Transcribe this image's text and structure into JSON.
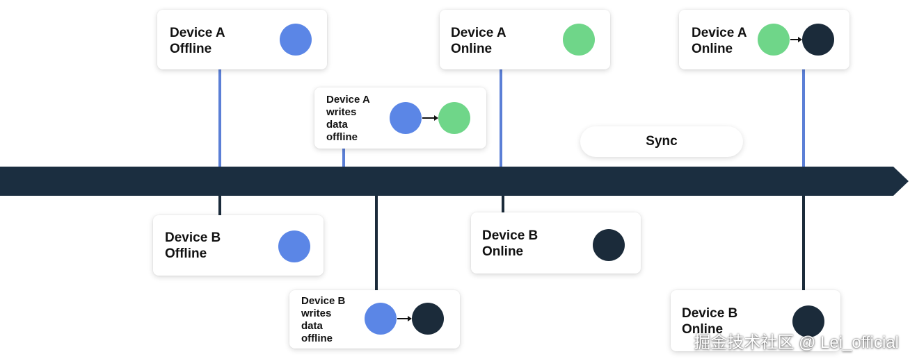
{
  "events": {
    "a_offline": {
      "device": "Device A",
      "state": "Offline"
    },
    "a_write": {
      "line1": "Device A",
      "line2": "writes",
      "line3": "data",
      "line4": "offline"
    },
    "a_online_1": {
      "device": "Device A",
      "state": "Online"
    },
    "a_online_2": {
      "device": "Device A",
      "state": "Online"
    },
    "b_offline": {
      "device": "Device B",
      "state": "Offline"
    },
    "b_write": {
      "line1": "Device B",
      "line2": "writes",
      "line3": "data",
      "line4": "offline"
    },
    "b_online_1": {
      "device": "Device B",
      "state": "Online"
    },
    "b_online_2": {
      "device": "Device B",
      "state": "Online"
    }
  },
  "sync": {
    "label": "Sync"
  },
  "colors": {
    "timeline": "#1b2e40",
    "device_a_stem": "#5b7fd6",
    "device_b_stem": "#1b2b3a",
    "offline_state": "#5b86e6",
    "a_online_state": "#6fd689",
    "b_online_state": "#1b2b3a"
  },
  "watermark": {
    "text": "掘金技术社区 @ Lei_official"
  }
}
